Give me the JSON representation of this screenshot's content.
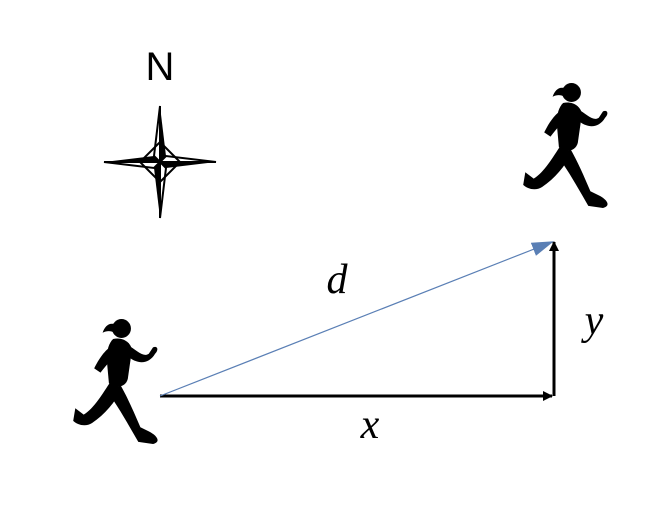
{
  "compass": {
    "north_label": "N",
    "icon": "compass-rose-icon"
  },
  "runners": {
    "start_icon": "runner-silhouette-icon",
    "end_icon": "runner-silhouette-icon",
    "fill": "#000000"
  },
  "vectors": {
    "displacement": {
      "label": "d",
      "color": "#5a7fb5"
    },
    "east": {
      "label": "x",
      "color": "#000000"
    },
    "north": {
      "label": "y",
      "color": "#000000"
    }
  }
}
